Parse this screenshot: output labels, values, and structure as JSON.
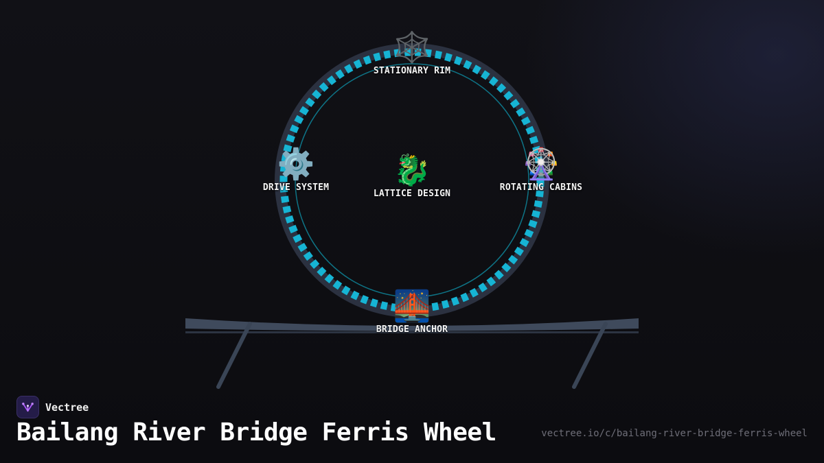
{
  "diagram": {
    "nodes": [
      {
        "id": "stationary-rim",
        "icon": "spider-web-icon",
        "emoji": "🕸️",
        "label": "STATIONARY RIM"
      },
      {
        "id": "drive-system",
        "icon": "gear-icon",
        "emoji": "⚙️",
        "label": "DRIVE SYSTEM"
      },
      {
        "id": "lattice-design",
        "icon": "dragon-icon",
        "emoji": "🐉",
        "label": "LATTICE DESIGN"
      },
      {
        "id": "rotating-cabins",
        "icon": "ferris-wheel-icon",
        "emoji": "🎡",
        "label": "ROTATING CABINS"
      },
      {
        "id": "bridge-anchor",
        "icon": "bridge-at-night-icon",
        "emoji": "🌉",
        "label": "BRIDGE ANCHOR"
      }
    ]
  },
  "brand": {
    "name": "Vectree",
    "icon": "vectree-logo-icon"
  },
  "title": "Bailang River Bridge Ferris Wheel",
  "url": "vectree.io/c/bailang-river-bridge-ferris-wheel",
  "colors": {
    "background": "#0d0d11",
    "rim_outer": "#2b3140",
    "rim_segments": "#16b4d4",
    "inner_ring": "#0e7f93",
    "bridge_deck": "#3f4a5c",
    "brand_accent": "#a855f7"
  }
}
